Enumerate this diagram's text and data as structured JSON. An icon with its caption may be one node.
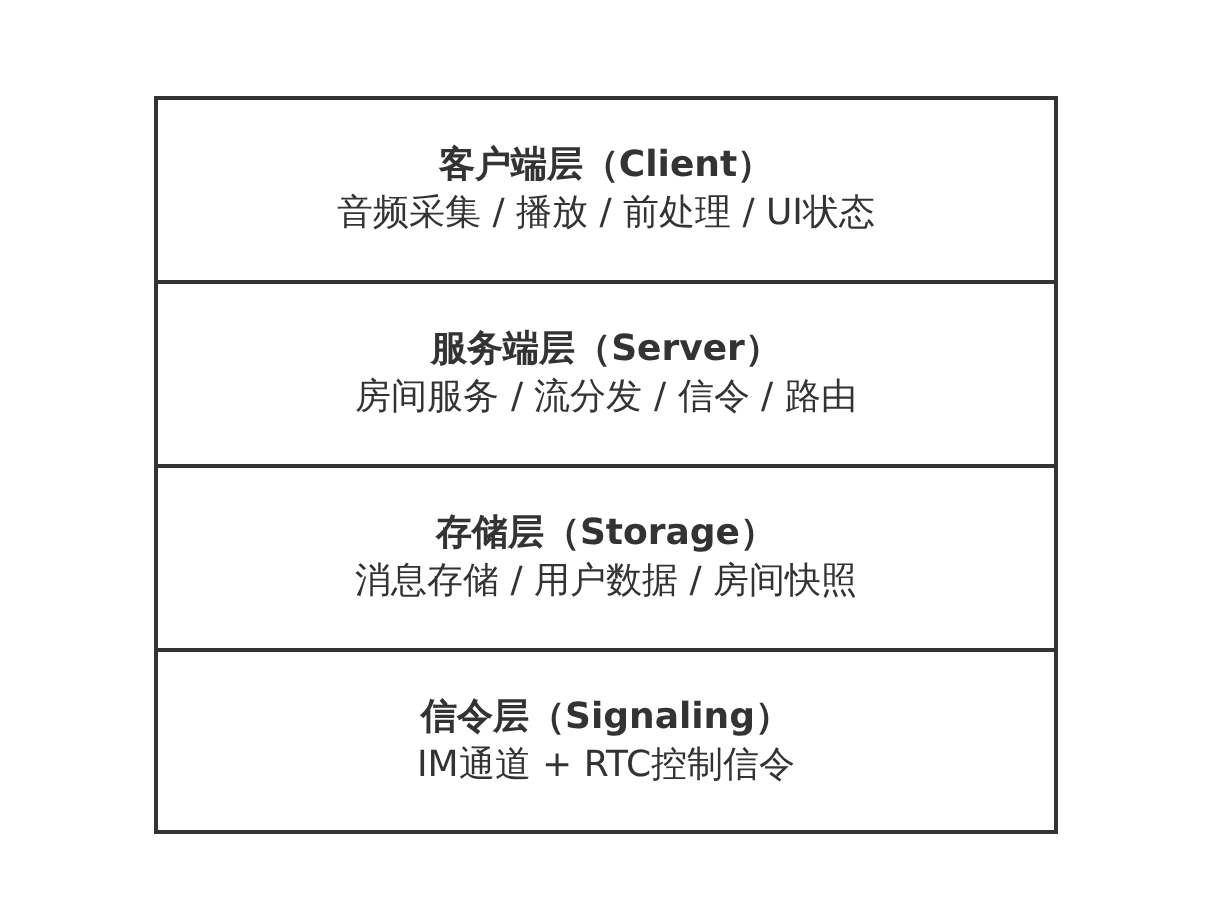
{
  "diagram": {
    "nodes": [
      {
        "text": [
          "客户端层（Client）",
          "音频采集 / 播放 / 前处理 / UI状态"
        ]
      },
      {
        "text": [
          "服务端层（Server）",
          "房间服务 / 流分发 / 信令 / 路由"
        ]
      },
      {
        "text": [
          "存储层（Storage）",
          "消息存储 / 用户数据 / 房间快照"
        ]
      },
      {
        "text": [
          "信令层（Signaling）",
          "IM通道 + RTC控制信令"
        ]
      }
    ]
  }
}
